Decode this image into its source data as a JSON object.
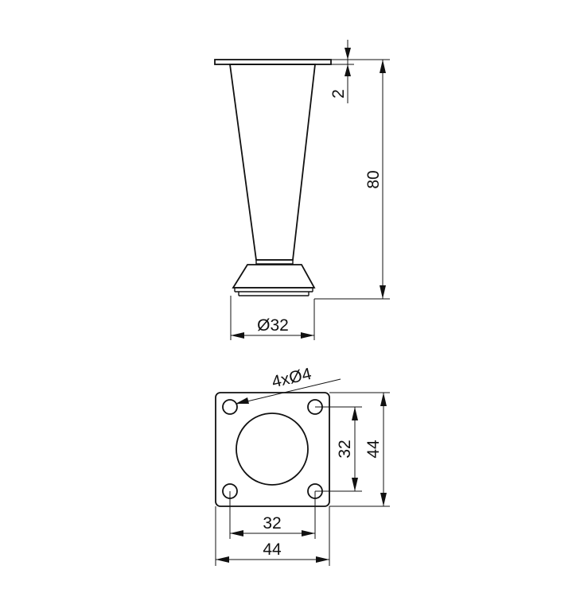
{
  "dimensions": {
    "plate_thickness": "2",
    "height": "80",
    "foot_diameter": "Ø32",
    "hole_spec": "4xØ4",
    "hole_spacing_vertical": "32",
    "plate_size_vertical": "44",
    "hole_spacing_horizontal": "32",
    "plate_size_horizontal": "44"
  }
}
